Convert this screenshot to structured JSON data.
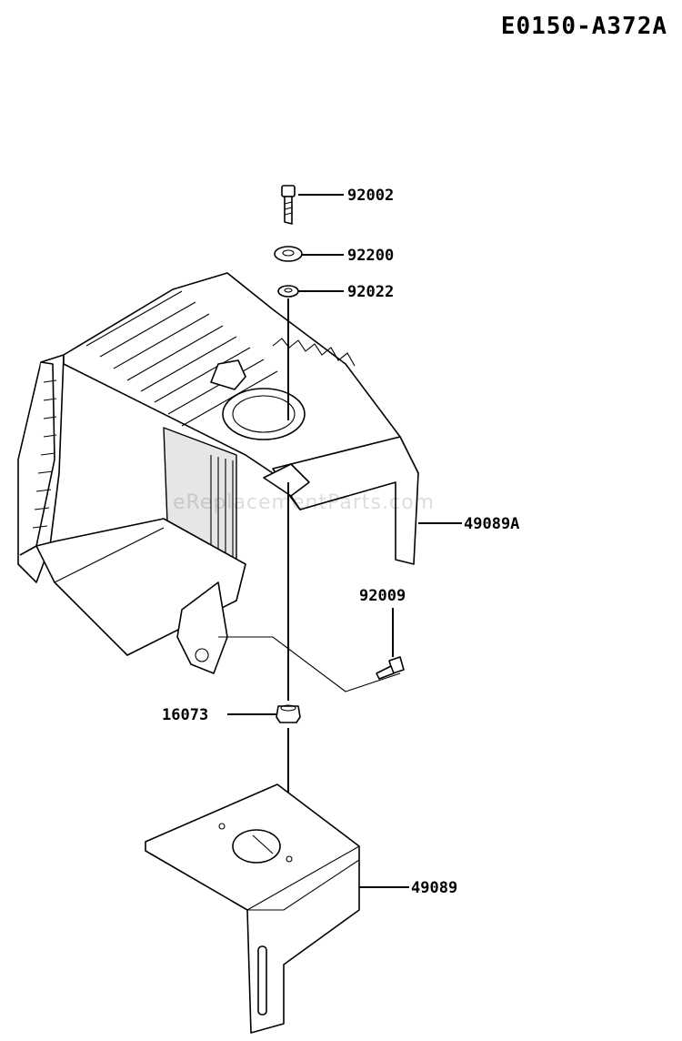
{
  "diagram_code": "E0150-A372A",
  "watermark": "eReplacementParts.com",
  "parts": [
    {
      "number": "92002"
    },
    {
      "number": "92200"
    },
    {
      "number": "92022"
    },
    {
      "number": "49089A"
    },
    {
      "number": "92009"
    },
    {
      "number": "16073"
    },
    {
      "number": "49089"
    }
  ],
  "colors": {
    "line": "#000000",
    "background": "#ffffff"
  }
}
